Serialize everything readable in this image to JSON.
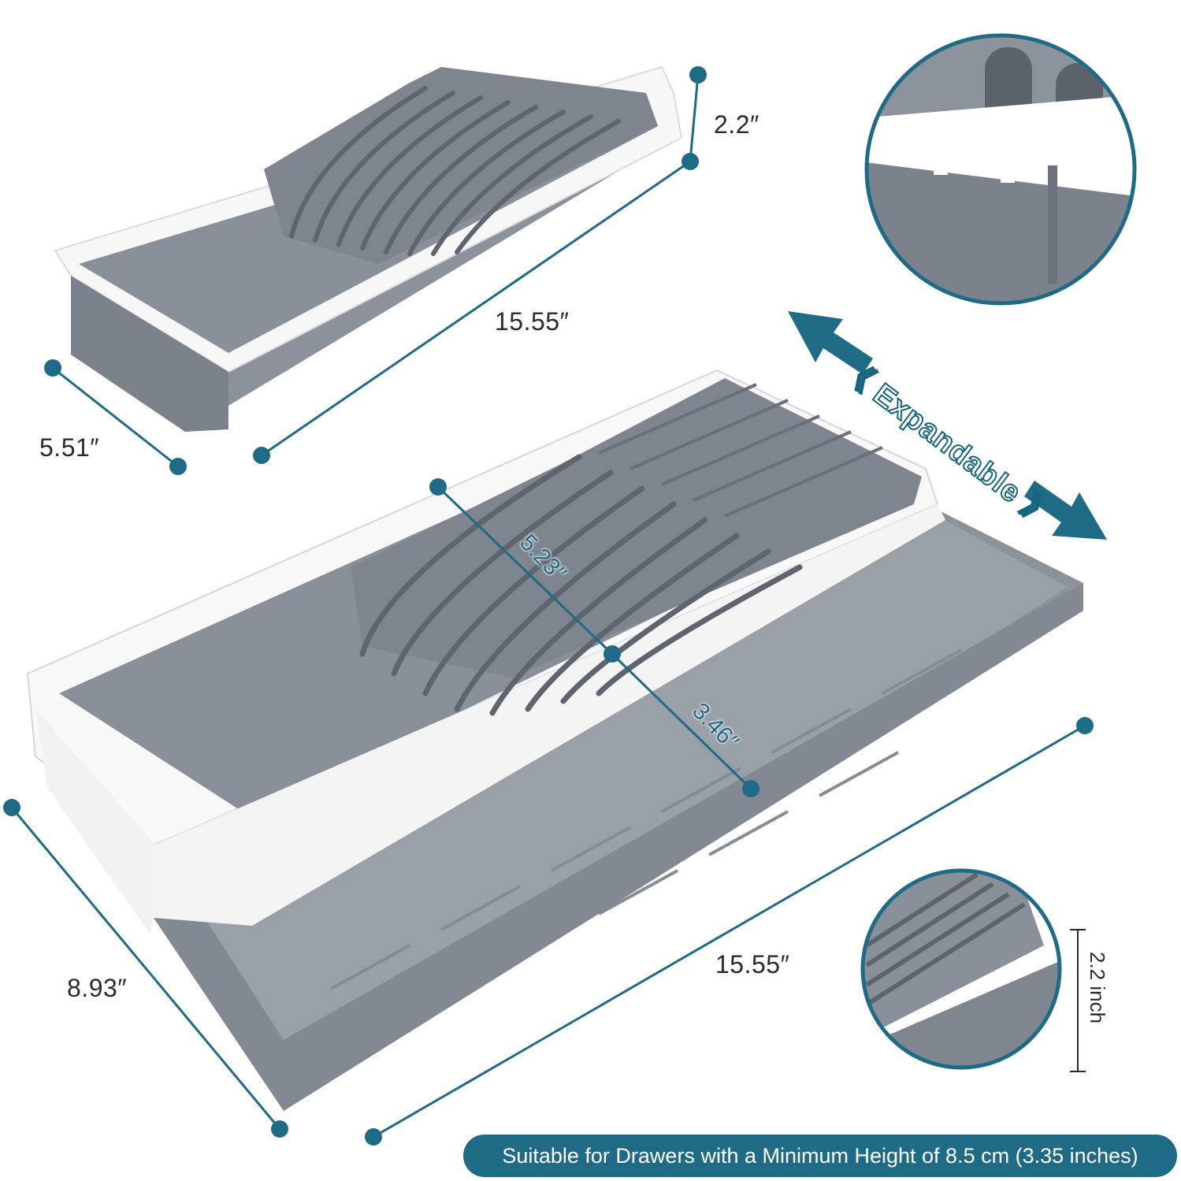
{
  "colors": {
    "accent": "#1f6b85",
    "tray_gray": "#8c929b",
    "tray_white": "#ffffff"
  },
  "dimensions": {
    "small_height": "2.2″",
    "small_length": "15.55″",
    "small_width": "5.51″",
    "inner_width": "5.23″",
    "gap_width": "3.46″",
    "large_width": "8.93″",
    "large_length": "15.55″",
    "detail_height": "2.2 inch"
  },
  "expandable_label": "《 Expandable 》",
  "banner_text": "Suitable for Drawers with a Minimum Height of 8.5 cm (3.35 inches)"
}
